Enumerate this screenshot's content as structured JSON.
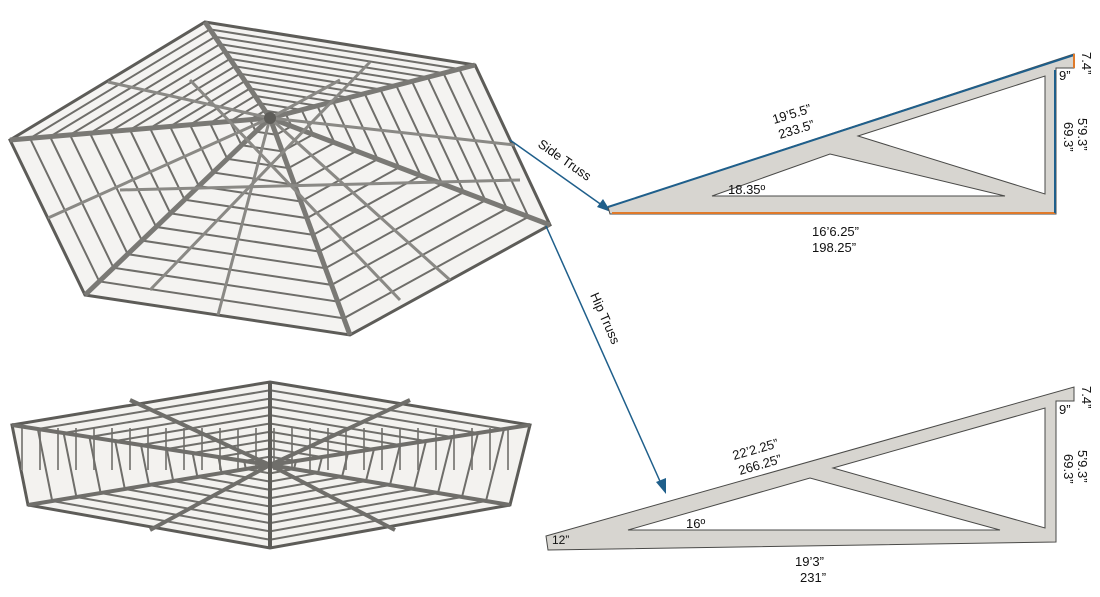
{
  "callouts": {
    "side_truss": "Side Truss",
    "hip_truss": "Hip Truss"
  },
  "side_truss": {
    "top_chord_ft": "19’5.5”",
    "top_chord_in": "233.5”",
    "angle": "18.35º",
    "bottom_chord_ft": "16’6.25”",
    "bottom_chord_in": "198.25”",
    "heel_top": "7.4”",
    "heel_offset": "9”",
    "height_ft": "5’9.3”",
    "height_in": "69.3”"
  },
  "hip_truss": {
    "top_chord_ft": "22’2.25”",
    "top_chord_in": "266.25”",
    "angle": "16º",
    "tail": "12”",
    "bottom_chord_ft": "19’3”",
    "bottom_chord_in": "231”",
    "heel_top": "7.4”",
    "heel_offset": "9”",
    "height_ft": "5’9.3”",
    "height_in": "69.3”"
  },
  "colors": {
    "arrow": "#1f5f8b",
    "top_chord_highlight": "#1f5f8b",
    "bottom_chord_highlight": "#e07a2a",
    "frame": "#6f6e6a",
    "truss_fill": "#d7d5d0"
  }
}
